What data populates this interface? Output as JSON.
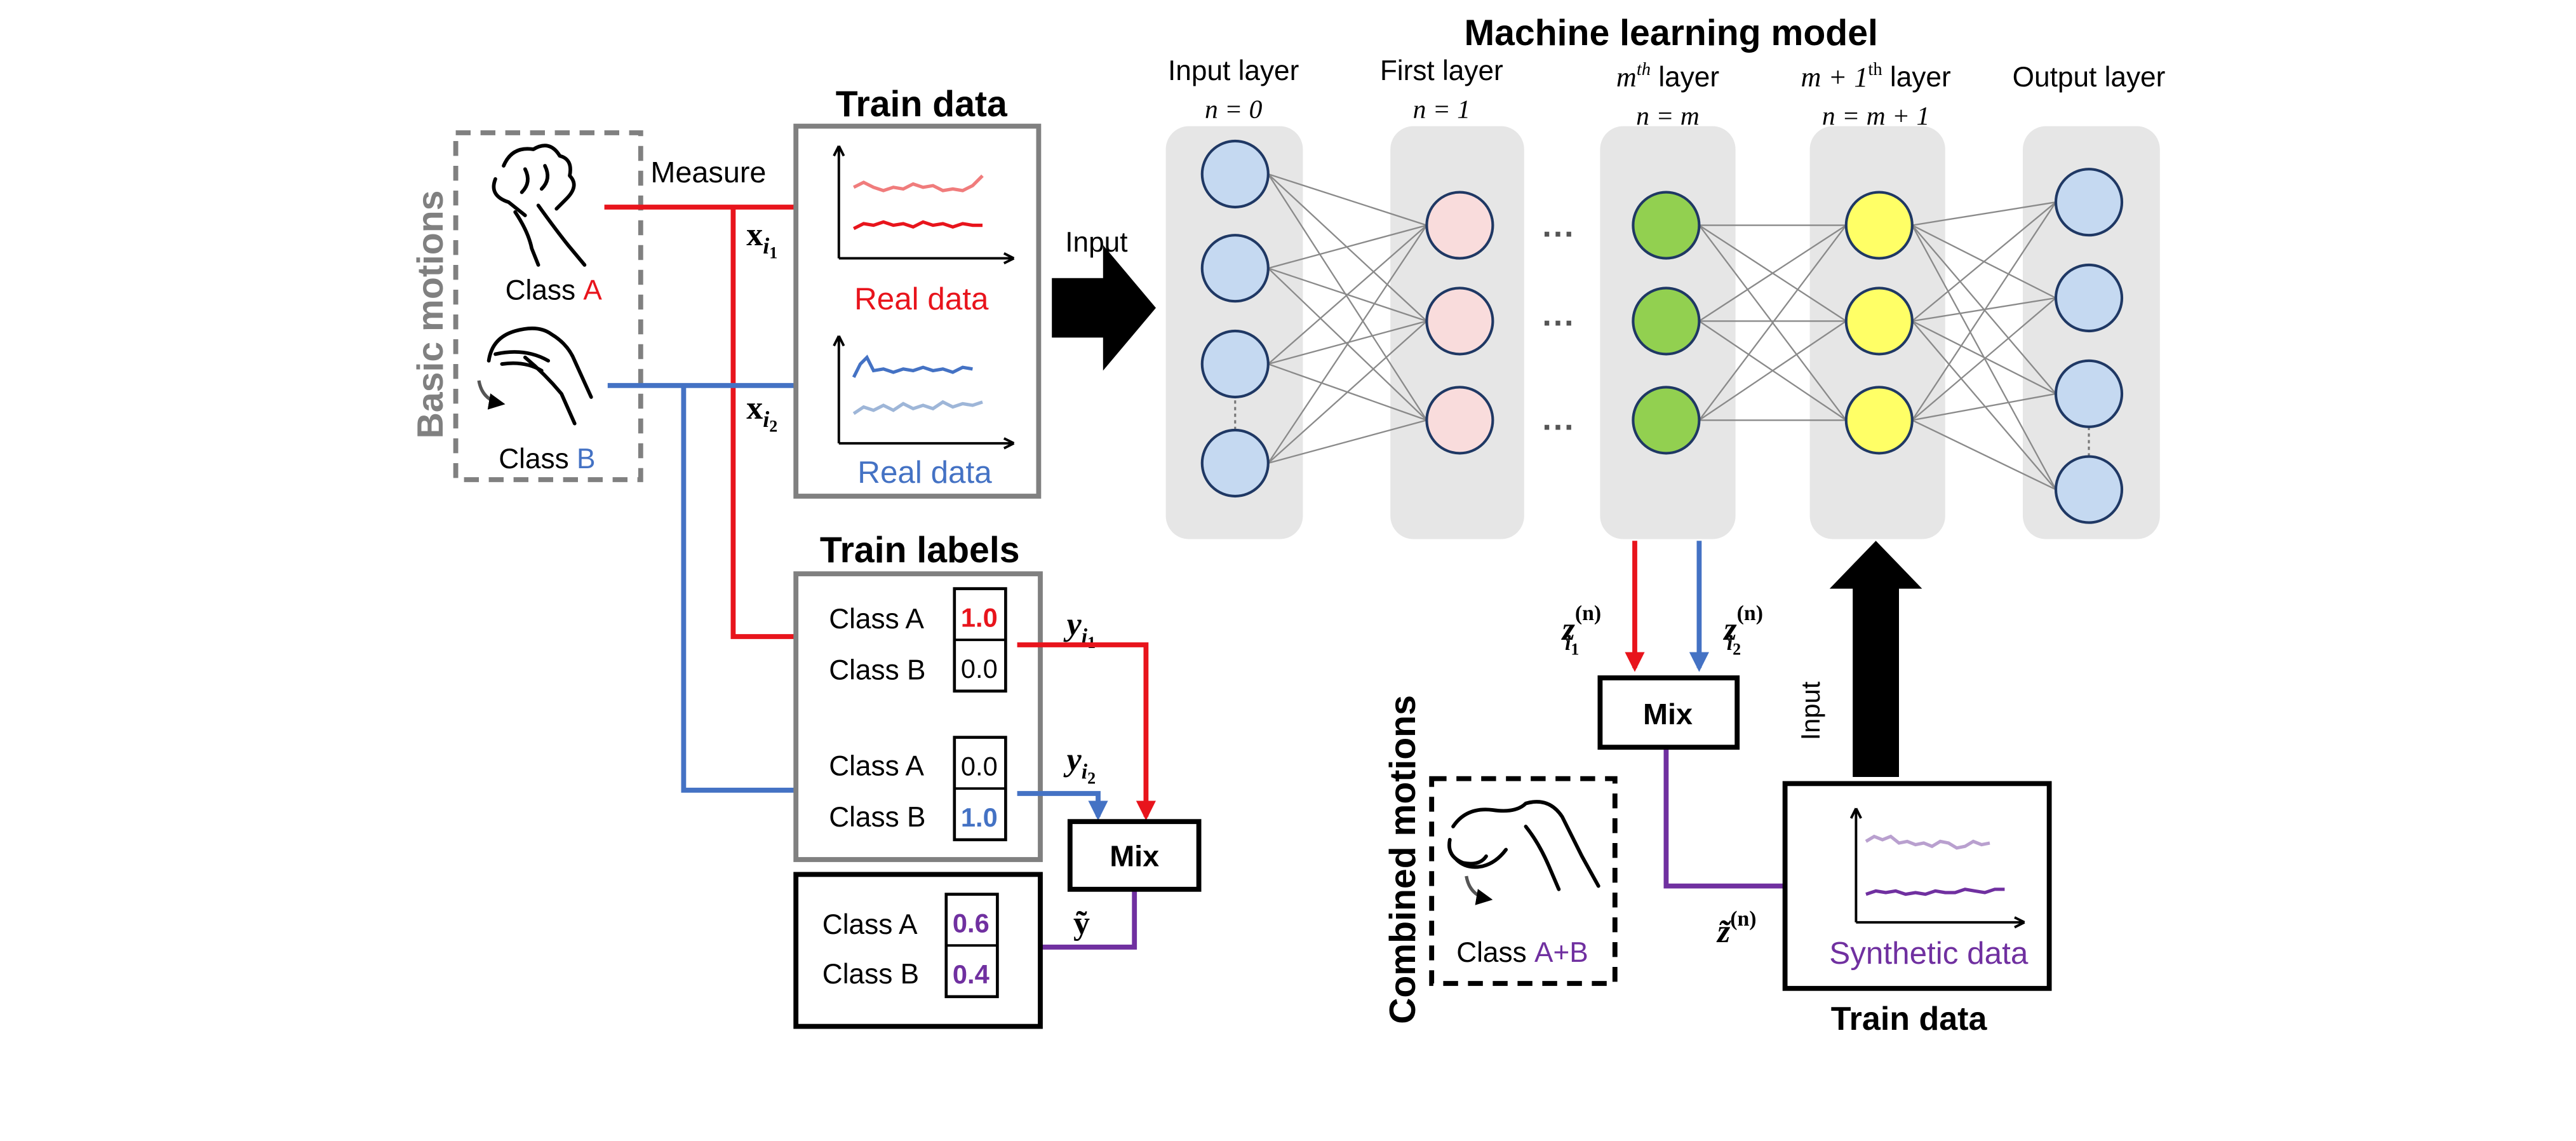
{
  "colors": {
    "red": "#e8141c",
    "red_light": "#f07c7c",
    "blue": "#4472c4",
    "blue_light": "#9eb6d8",
    "purple": "#7030a0",
    "purple_light": "#b9a0cf",
    "gray_box": "#808080",
    "panel": "#e6e6e6",
    "input_node": "#c5d9f1",
    "first_node": "#f9dcdc",
    "mth_node": "#92d050",
    "m1_node": "#ffff66",
    "output_node": "#c5d9f1"
  },
  "basic_motions": {
    "title": "Basic motions",
    "class_a_prefix": "Class ",
    "class_a_letter": "A",
    "class_b_prefix": "Class ",
    "class_b_letter": "B",
    "hand_a_icon": "fist-hand-icon",
    "hand_b_icon": "flexed-wrist-hand-icon"
  },
  "measure_label": "Measure",
  "train_data_top": {
    "title": "Train data",
    "x_label_1": "x",
    "x_sub_1": "i",
    "x_subsub_1": "1",
    "x_label_2": "x",
    "x_sub_2": "i",
    "x_subsub_2": "2",
    "plot_a_caption": "Real data",
    "plot_b_caption": "Real data"
  },
  "input_arrow_label": "Input",
  "model": {
    "title": "Machine learning model",
    "layers": [
      {
        "name": "Input layer",
        "index": "n = 0"
      },
      {
        "name": "First layer",
        "index": "n = 1"
      },
      {
        "name": "m",
        "sup": "th",
        "suffix": " layer",
        "index": "n = m"
      },
      {
        "name": "m + 1",
        "sup": "th",
        "suffix": " layer",
        "index": "n = m + 1"
      },
      {
        "name": "Output layer",
        "index": ""
      }
    ],
    "ellipsis": "···"
  },
  "train_labels": {
    "title": "Train labels",
    "block1": {
      "row1": "Class A",
      "val1": "1.0",
      "row2": "Class B",
      "val2": "0.0"
    },
    "block2": {
      "row1": "Class A",
      "val1": "0.0",
      "row2": "Class B",
      "val2": "1.0"
    },
    "y1": "y",
    "y1_sub": "i",
    "y1_subsub": "1",
    "y2": "y",
    "y2_sub": "i",
    "y2_subsub": "2"
  },
  "mix_labels": {
    "label": "Mix",
    "result": {
      "row1": "Class A",
      "val1": "0.6",
      "row2": "Class B",
      "val2": "0.4"
    },
    "y_tilde": "ỹ"
  },
  "latent": {
    "z1": "z",
    "z1_sup": "(n)",
    "z1_sub": "i",
    "z1_subsub": "1",
    "z2": "z",
    "z2_sup": "(n)",
    "z2_sub": "i",
    "z2_subsub": "2",
    "mix_label": "Mix",
    "z_tilde": "z̃",
    "z_tilde_sup": "(n)"
  },
  "combined_motions": {
    "title": "Combined motions",
    "class_prefix": "Class ",
    "class_letters": "A+B",
    "hand_icon": "combined-hand-icon"
  },
  "synthetic": {
    "caption": "Synthetic data",
    "title": "Train data",
    "input_label": "Input"
  }
}
